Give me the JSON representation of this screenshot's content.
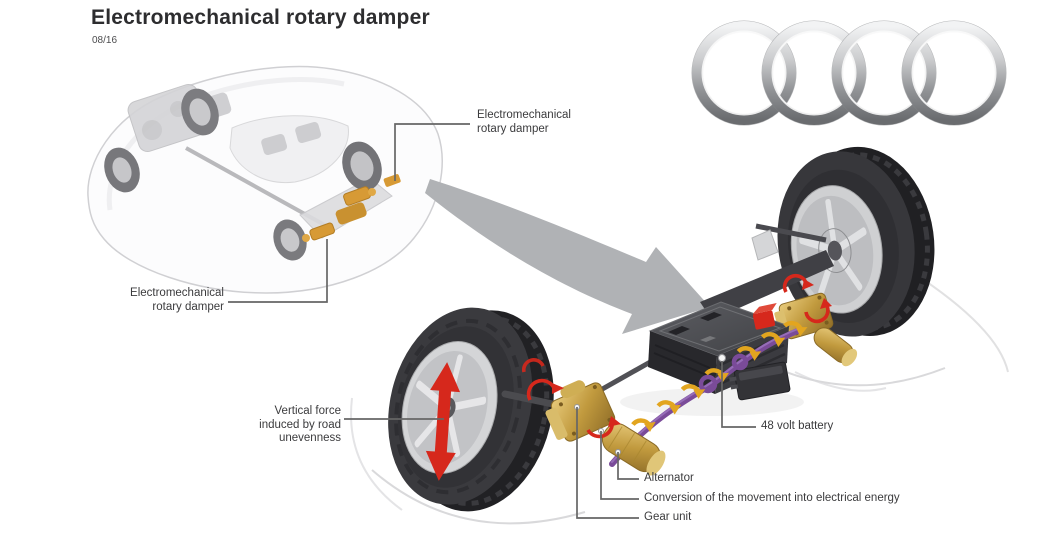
{
  "header": {
    "title": "Electromechanical rotary damper",
    "date": "08/16"
  },
  "callouts": {
    "damper_car_right": {
      "lines": [
        "Electromechanical",
        "rotary damper"
      ]
    },
    "damper_car_left": {
      "lines": [
        "Electromechanical",
        "rotary damper"
      ]
    },
    "vertical_force": {
      "lines": [
        "Vertical force",
        "induced by road",
        "unevenness"
      ]
    },
    "battery": {
      "label": "48 volt battery"
    },
    "alternator": {
      "label": "Alternator"
    },
    "conversion": {
      "label": "Conversion of the movement into electrical energy"
    },
    "gear_unit": {
      "label": "Gear unit"
    }
  },
  "colors": {
    "accent_red": "#d6281c",
    "cable_purple": "#7a4b99",
    "energy_gold": "#e2a51f",
    "brass": "#c8a44e",
    "text_dark": "#3b3b3d",
    "leader_gray": "#666666",
    "arrow_gray": "#b0b2b5"
  }
}
